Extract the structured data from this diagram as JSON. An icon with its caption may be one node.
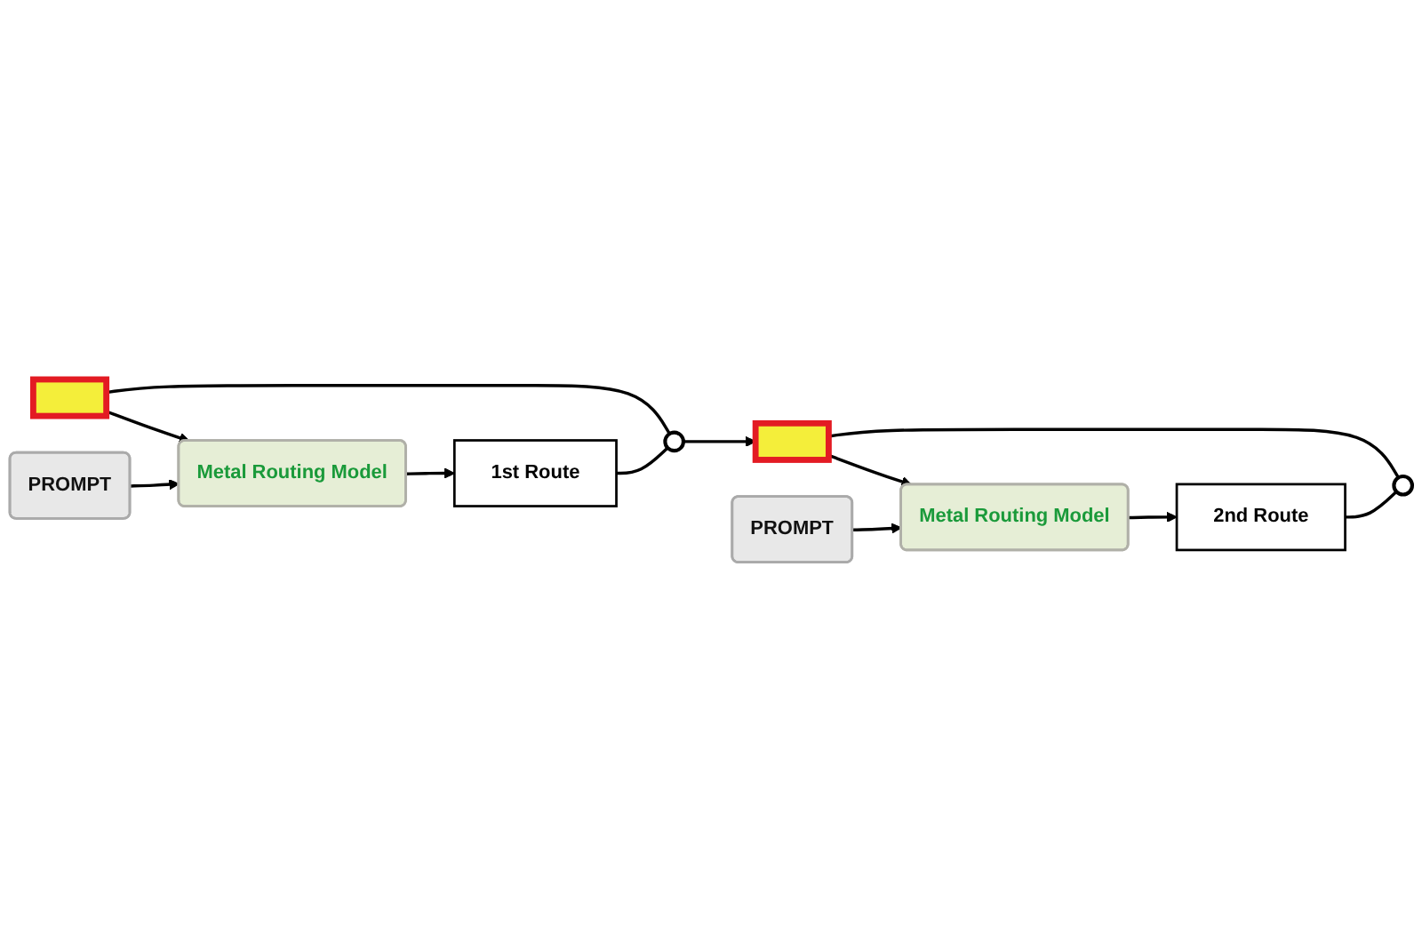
{
  "diagram": {
    "nodes": [
      {
        "text": [],
        "shape": "box"
      },
      {
        "text": [
          "PROMPT"
        ]
      },
      {
        "text": [
          "Metal Routing Model"
        ]
      },
      {
        "text": [
          "1st Route"
        ]
      },
      {
        "text": [],
        "shape": "circle"
      },
      {
        "text": [],
        "shape": "box"
      },
      {
        "text": [
          "PROMPT"
        ]
      },
      {
        "text": [
          "Metal Routing Model"
        ]
      },
      {
        "text": [
          "2nd Route"
        ]
      },
      {
        "text": [],
        "shape": "circle"
      }
    ],
    "edges": [
      {
        "from": 0,
        "to": 2,
        "arrow": "to"
      },
      {
        "from": 1,
        "to": 2,
        "arrow": "to"
      },
      {
        "from": 2,
        "to": 3,
        "arrow": "to"
      },
      {
        "from": 0,
        "to": 4,
        "arrow": "none"
      },
      {
        "from": 3,
        "to": 4,
        "arrow": "none"
      },
      {
        "from": 4,
        "to": 5,
        "arrow": "to"
      },
      {
        "from": 5,
        "to": 7,
        "arrow": "to"
      },
      {
        "from": 6,
        "to": 7,
        "arrow": "to"
      },
      {
        "from": 7,
        "to": 8,
        "arrow": "to"
      },
      {
        "from": 5,
        "to": 9,
        "arrow": "none"
      },
      {
        "from": 8,
        "to": 9,
        "arrow": "none"
      }
    ]
  }
}
